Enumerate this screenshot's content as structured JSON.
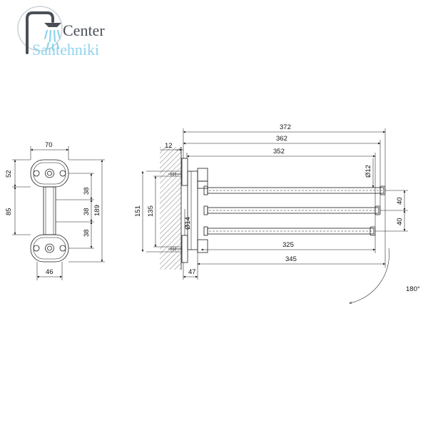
{
  "logo": {
    "line1": "Center",
    "line2": "Santehniki",
    "colors": {
      "primary": "#4a4f57",
      "accent": "#8fd3ec"
    },
    "icon": "shower-head-icon"
  },
  "front_view": {
    "width": "70",
    "top_offset": "52",
    "spacing_1": "38",
    "spacing_2": "38",
    "spacing_3": "38",
    "center_distance": "85",
    "total_height": "189",
    "bottom_width": "46"
  },
  "side_view": {
    "length_1": "372",
    "length_2": "362",
    "length_3": "352",
    "wall_offset": "12",
    "rod_diameter": "Ø12",
    "rod_spacing_1": "40",
    "rod_spacing_2": "40",
    "height_outer": "151",
    "height_inner": "135",
    "base_diameter": "Ø14",
    "rod_length_1": "325",
    "rod_length_2": "345",
    "base_depth": "47",
    "rotation": "180°"
  }
}
